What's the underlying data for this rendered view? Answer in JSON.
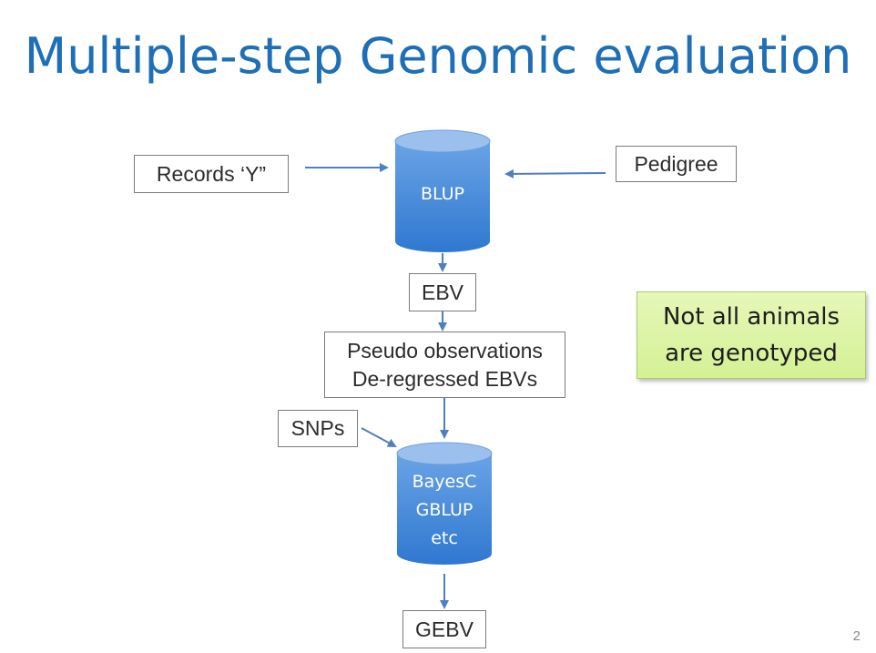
{
  "slide": {
    "title": "Multiple-step Genomic evaluation",
    "page_number": "2"
  },
  "inputs": {
    "records": "Records ‘Y”",
    "pedigree": "Pedigree",
    "snps": "SNPs"
  },
  "nodes": {
    "blup": "BLUP",
    "ebv": "EBV",
    "pseudo": [
      "Pseudo observations",
      "De-regressed EBVs"
    ],
    "models": [
      "BayesC",
      "GBLUP",
      "etc"
    ],
    "gebv": "GEBV"
  },
  "note": {
    "lines": [
      "Not all animals",
      "are genotyped"
    ]
  },
  "colors": {
    "title": "#1f6fb7",
    "cylinder_top": "#8fb6ea",
    "cylinder_body": "#3f86d8",
    "arrow": "#4f7fbf",
    "note_fill": "#dff5a8"
  }
}
